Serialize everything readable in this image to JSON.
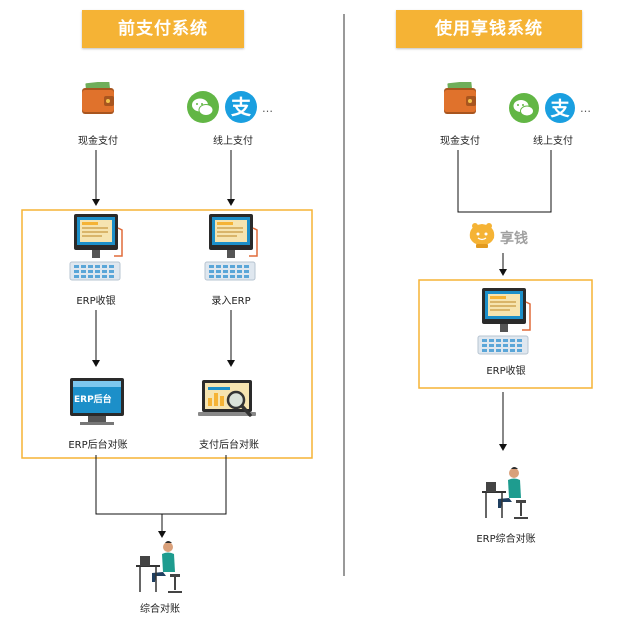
{
  "left": {
    "title": "前支付系统",
    "cash_label": "现金支付",
    "online_label": "线上支付",
    "online_more": "…",
    "erp_cash_label": "ERP收银",
    "erp_input_label": "录入ERP",
    "erp_screen_text": "ERP后台",
    "erp_backend_label": "ERP后台对账",
    "pay_backend_label": "支付后台对账",
    "result_label": "综合对账"
  },
  "right": {
    "title": "使用享钱系统",
    "cash_label": "现金支付",
    "online_label": "线上支付",
    "online_more": "…",
    "brand_text": "享钱",
    "erp_cash_label": "ERP收银",
    "result_label": "ERP综合对账"
  },
  "colors": {
    "title_bg": "#f5b335",
    "frame": "#f5b335",
    "wechat": "#62b645",
    "alipay": "#1a9fe0",
    "screen": "#1c8fc9",
    "person_shirt": "#1e9c8f"
  }
}
